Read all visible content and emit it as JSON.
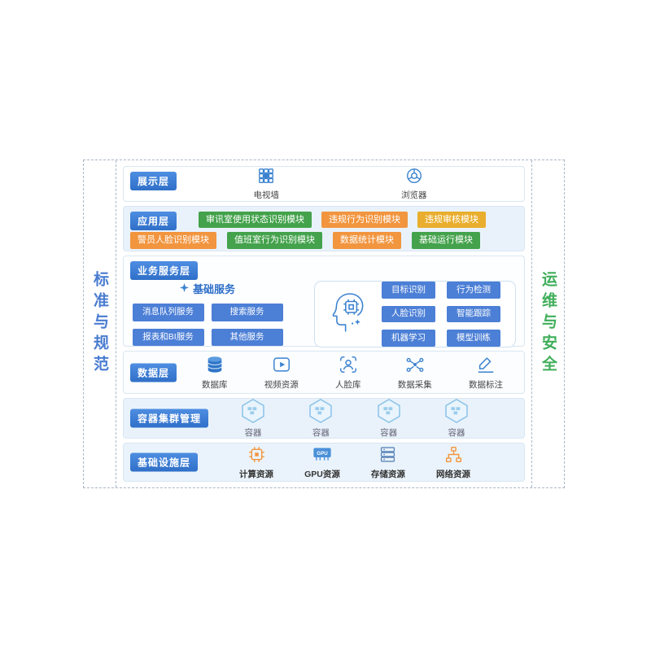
{
  "sidebars": {
    "left": {
      "label": "标准与规范",
      "color": "#4a7cd0"
    },
    "right": {
      "label": "运维与安全",
      "color": "#3fae5a"
    }
  },
  "presentation": {
    "title": "展示层",
    "items": [
      {
        "label": "电视墙",
        "icon": "tv-wall-icon"
      },
      {
        "label": "浏览器",
        "icon": "browser-icon"
      }
    ]
  },
  "application": {
    "title": "应用层",
    "row1": [
      {
        "label": "审讯室使用状态识别模块",
        "color": "green"
      },
      {
        "label": "违规行为识别模块",
        "color": "orange"
      },
      {
        "label": "违规审核模块",
        "color": "amber"
      }
    ],
    "row2": [
      {
        "label": "警员人脸识别模块",
        "color": "orange"
      },
      {
        "label": "值班室行为识别模块",
        "color": "green"
      },
      {
        "label": "数据统计模块",
        "color": "orange"
      },
      {
        "label": "基础运行模块",
        "color": "green"
      }
    ]
  },
  "business": {
    "title": "业务服务层",
    "basic_services_title": "基础服务",
    "services": [
      {
        "label": "消息队列服务"
      },
      {
        "label": "搜索服务"
      },
      {
        "label": "报表和BI服务"
      },
      {
        "label": "其他服务"
      }
    ],
    "ai_tags": [
      {
        "label": "目标识别"
      },
      {
        "label": "行为检测"
      },
      {
        "label": "人脸识别"
      },
      {
        "label": "智能跟踪"
      },
      {
        "label": "机器学习"
      },
      {
        "label": "模型训练"
      }
    ]
  },
  "data_layer": {
    "title": "数据层",
    "items": [
      {
        "label": "数据库",
        "icon": "database-icon"
      },
      {
        "label": "视频资源",
        "icon": "video-icon"
      },
      {
        "label": "人脸库",
        "icon": "face-library-icon"
      },
      {
        "label": "数据采集",
        "icon": "data-collect-icon"
      },
      {
        "label": "数据标注",
        "icon": "data-annotate-icon"
      }
    ]
  },
  "container_layer": {
    "title": "容器集群管理",
    "items": [
      {
        "label": "容器",
        "icon": "container-hexagon-icon"
      },
      {
        "label": "容器",
        "icon": "container-hexagon-icon"
      },
      {
        "label": "容器",
        "icon": "container-hexagon-icon"
      },
      {
        "label": "容器",
        "icon": "container-hexagon-icon"
      }
    ]
  },
  "infrastructure": {
    "title": "基础设施层",
    "items": [
      {
        "label": "计算资源",
        "icon": "cpu-icon"
      },
      {
        "label": "GPU资源",
        "icon": "gpu-icon",
        "icon_text": "GPU"
      },
      {
        "label": "存储资源",
        "icon": "storage-icon"
      },
      {
        "label": "网络资源",
        "icon": "network-icon"
      }
    ]
  },
  "colors": {
    "badge_blue": "#3579d8",
    "chip_green": "#43a24b",
    "chip_orange": "#f2953f",
    "chip_amber": "#e9ae2d",
    "chip_blue": "#4c7fd6",
    "accent_blue": "#3b82d0",
    "sidebar_left_text": "#4a7cd0",
    "sidebar_right_text": "#3fae5a"
  }
}
